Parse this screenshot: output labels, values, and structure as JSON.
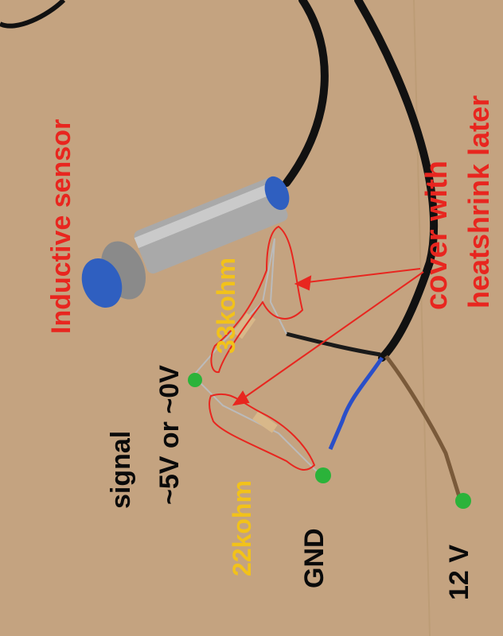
{
  "labels": {
    "sensor": "Inductive sensor",
    "resistor_top": "33kohm",
    "resistor_bottom": "22kohm",
    "signal_line1": "signal",
    "signal_line2": "~5V or ~0V",
    "gnd": "GND",
    "supply": "12 V",
    "note_line1": "cover with",
    "note_line2": "heatshrink later"
  },
  "colors": {
    "background": "#c9a886",
    "red_label": "#e8261f",
    "yellow_label": "#f2c21a",
    "black_label": "#0a0a0a",
    "terminal_dot": "#2bb33a",
    "sensor_cap": "#2f5fc0"
  }
}
